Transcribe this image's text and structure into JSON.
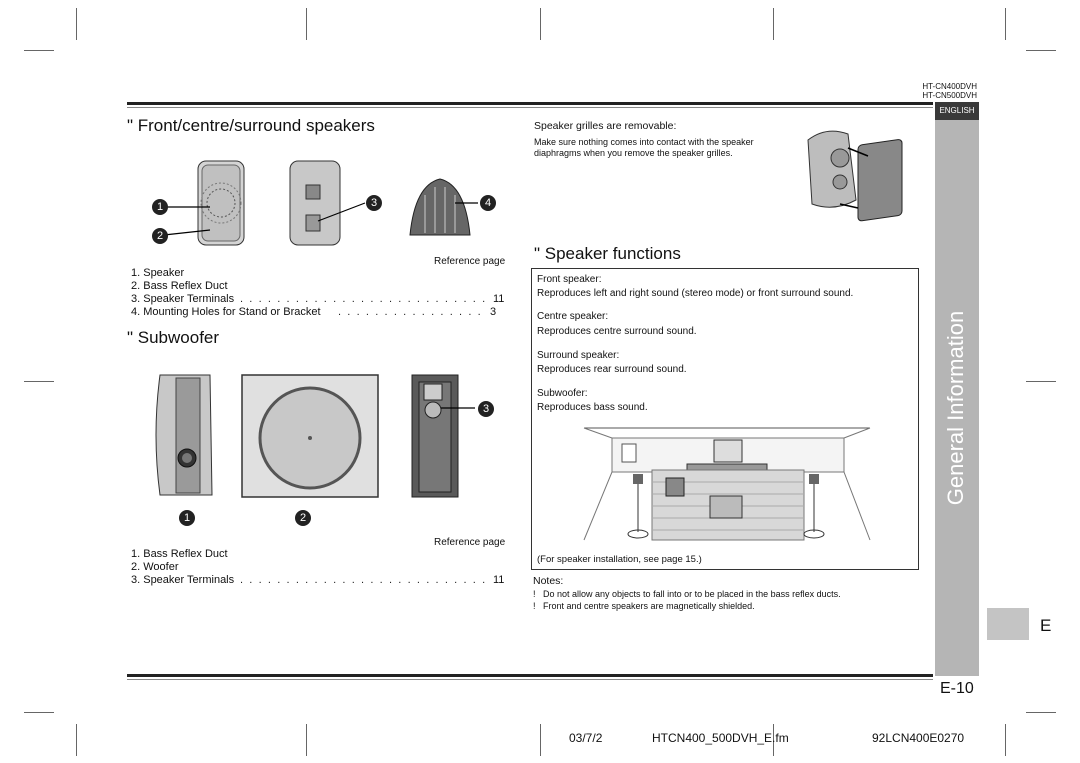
{
  "header": {
    "model_line1": "HT-CN400DVH",
    "model_line2": "HT-CN500DVH",
    "language_tab": "ENGLISH"
  },
  "front_section": {
    "title": "\"  Front/centre/surround speakers",
    "callouts": [
      "1",
      "2",
      "3",
      "4"
    ],
    "reference_label": "Reference page",
    "parts": [
      {
        "text": "1. Speaker",
        "page": ""
      },
      {
        "text": "2. Bass Reflex Duct",
        "page": ""
      },
      {
        "text": "3. Speaker Terminals",
        "page": "11"
      },
      {
        "text": "4. Mounting Holes for Stand or Bracket",
        "page": "3"
      }
    ]
  },
  "subwoofer_section": {
    "title": "\"  Subwoofer",
    "callouts": [
      "1",
      "2",
      "3"
    ],
    "reference_label": "Reference page",
    "parts": [
      {
        "text": "1. Bass Reflex Duct",
        "page": ""
      },
      {
        "text": "2. Woofer",
        "page": ""
      },
      {
        "text": "3. Speaker Terminals",
        "page": "11"
      }
    ]
  },
  "grilles": {
    "heading": "Speaker grilles are removable:",
    "text_line1": "Make sure nothing comes into contact with the speaker",
    "text_line2": "diaphragms when you remove the speaker grilles."
  },
  "functions_section": {
    "title": "\"  Speaker functions",
    "items": [
      {
        "label": "Front speaker:",
        "desc": "Reproduces left and right sound (stereo mode) or front surround sound."
      },
      {
        "label": "Centre speaker:",
        "desc": "Reproduces centre surround sound."
      },
      {
        "label": "Surround speaker:",
        "desc": "Reproduces rear surround sound."
      },
      {
        "label": "Subwoofer:",
        "desc": "Reproduces bass sound."
      }
    ],
    "install_note": "(For speaker installation, see page 15.)"
  },
  "notes": {
    "heading": "Notes:",
    "items": [
      "!   Do not allow any objects to fall into or to be placed in the bass reflex ducts.",
      "!   Front and centre speakers are magnetically shielded."
    ]
  },
  "sidebar": {
    "title": "General Information",
    "subtitle": "- Controls and Indicators -",
    "tab_letter": "E"
  },
  "page_number": "E-10",
  "footer": {
    "date": "03/7/2",
    "file": "HTCN400_500DVH_E.fm",
    "code": "92LCN400E0270"
  },
  "colors": {
    "sidebar": "#b5b5b5",
    "tab_box": "#3a3a3a",
    "e_tab": "#c4c4c4",
    "rule": "#222222"
  }
}
